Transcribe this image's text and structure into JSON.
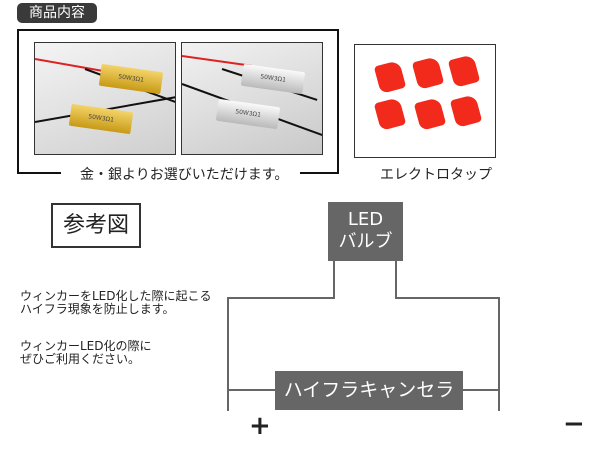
{
  "tag_label": "商品内容",
  "caption_gold_silver": "金・銀よりお選びいただけます。",
  "caption_tap": "エレクトロタップ",
  "resistor_marking": "50W3Ω1",
  "ref_title": "参考図",
  "led_box": {
    "line1": "LED",
    "line2": "バルブ"
  },
  "canceller_label": "ハイフラキャンセラー",
  "description": {
    "line1": "ウィンカーをLED化した際に起こる",
    "line2": "ハイフラ現象を防止します。",
    "line3": "ウィンカーLED化の際に",
    "line4": "ぜひご利用ください。"
  },
  "plus": "+",
  "minus": "−"
}
